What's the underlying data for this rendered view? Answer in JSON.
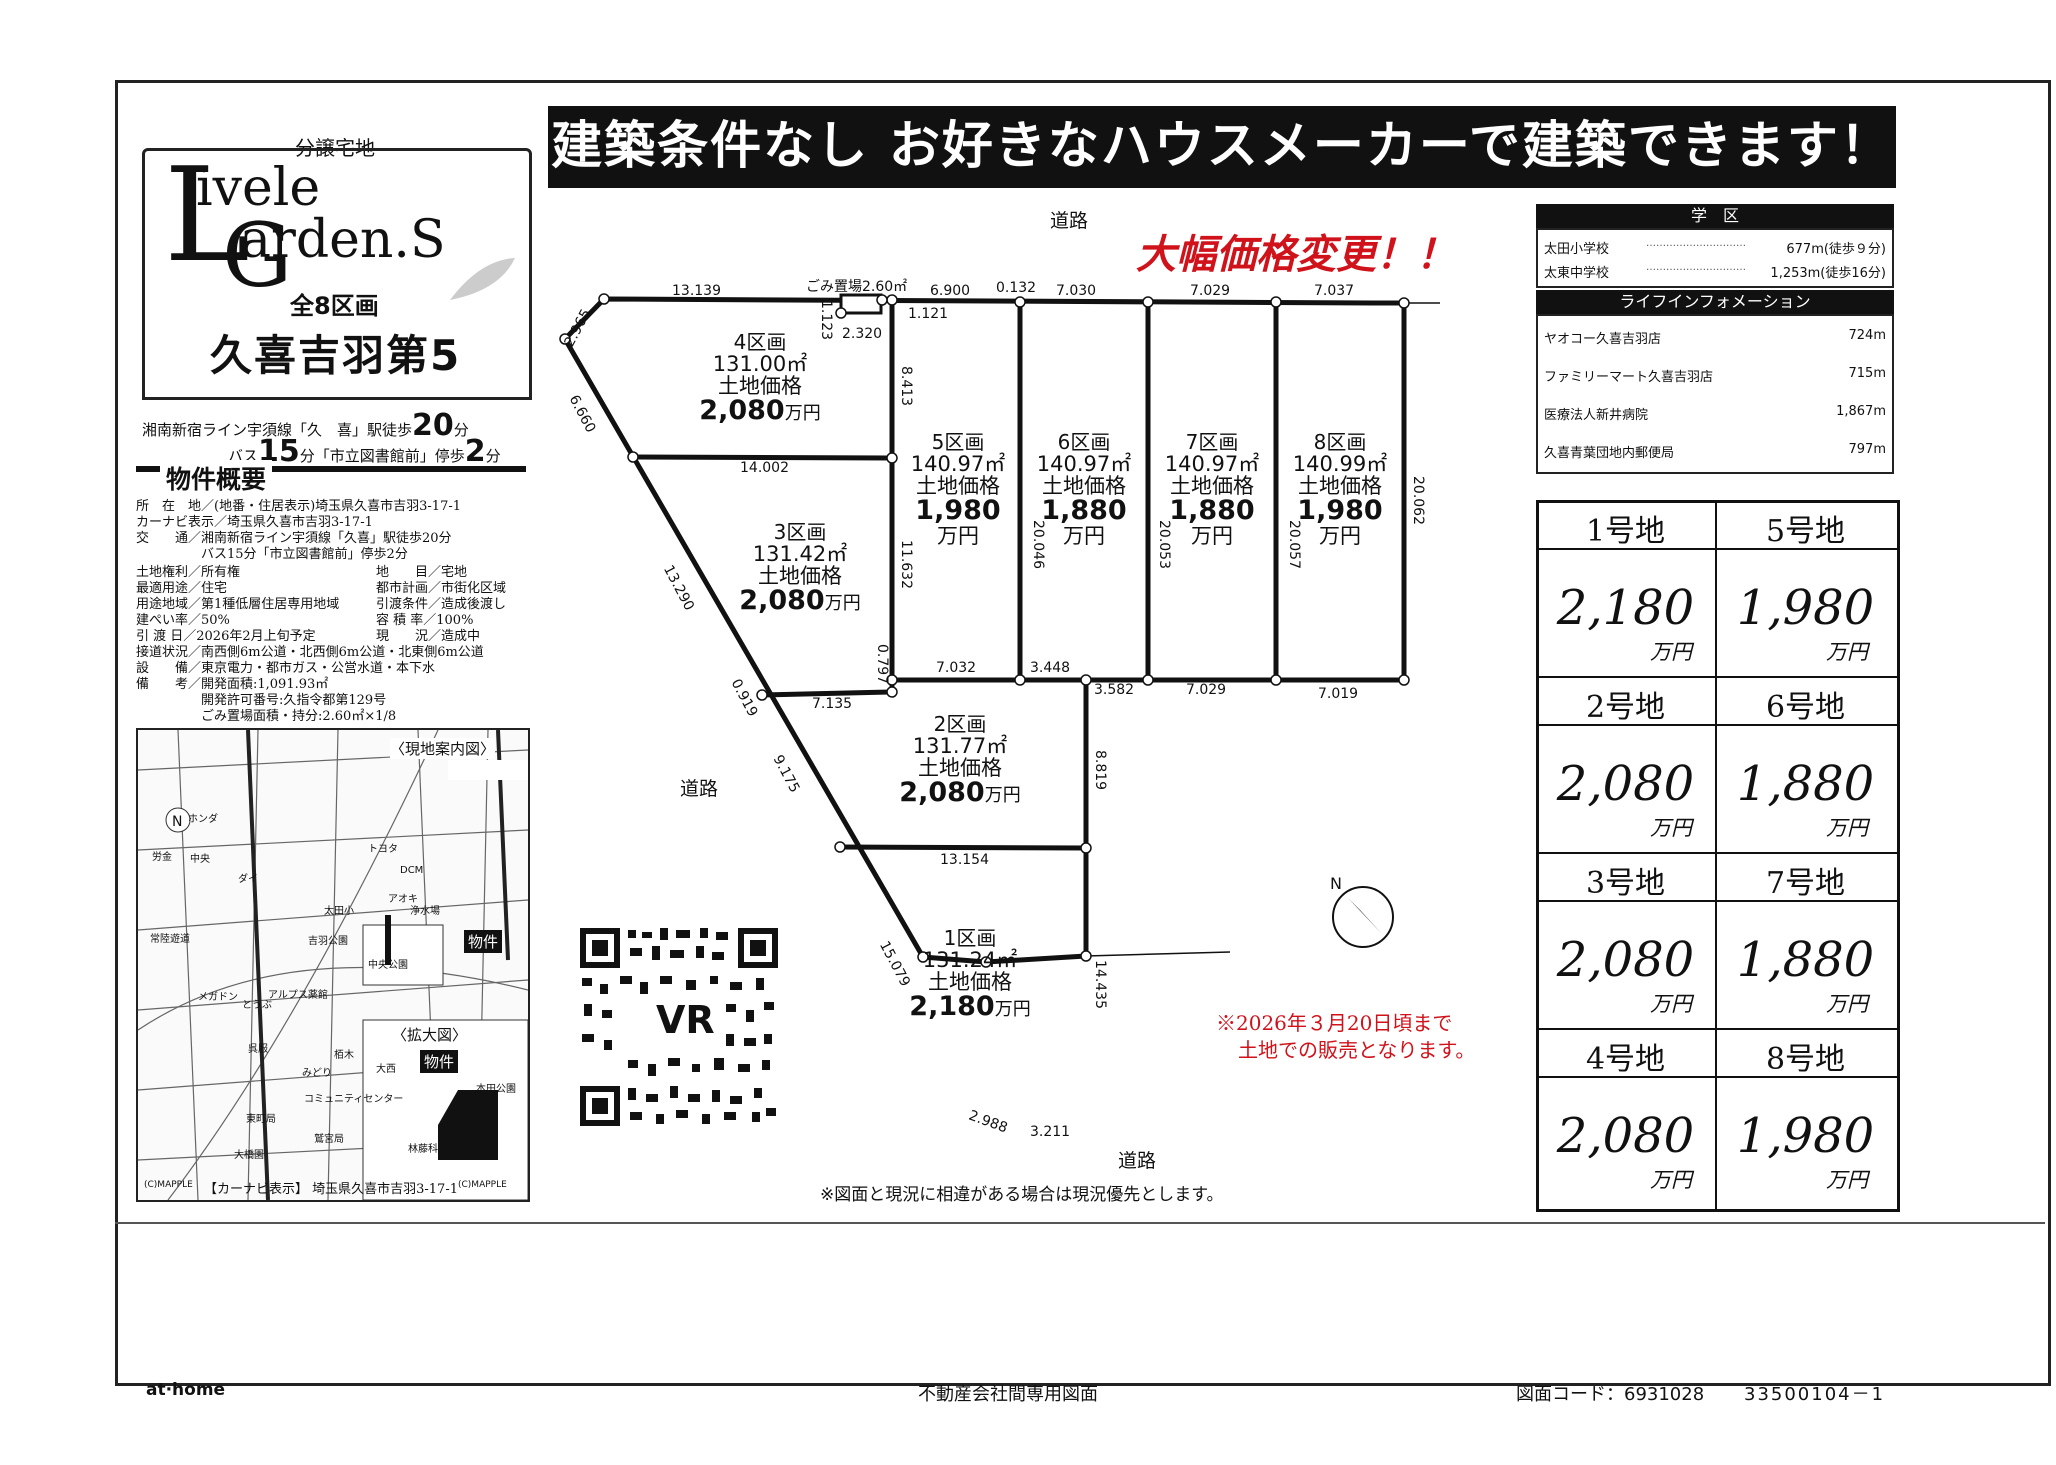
{
  "logo": {
    "label": "分譲宅地",
    "line1": "ivele",
    "line2": "arden.S",
    "big_l": "L",
    "big_g": "G",
    "count": "全8区画",
    "name": "久喜吉羽第5"
  },
  "access": {
    "line1_prefix": "湘南新宿ライン宇須線「久　喜」駅徒歩",
    "line1_num": "20",
    "line1_unit": "分",
    "line2_a": "バス",
    "line2_num1": "15",
    "line2_b": "分「市立図書館前」停歩",
    "line2_num2": "2",
    "line2_c": "分"
  },
  "overview": {
    "title": "物件概要",
    "rows": [
      "所　在　地／(地番・住居表示)埼玉県久喜市吉羽3-17-1",
      "カーナビ表示／埼玉県久喜市吉羽3-17-1",
      "交　　通／湘南新宿ライン宇須線「久喜」駅徒歩20分",
      "　　　　　バス15分「市立図書館前」停歩2分",
      "土地権利／所有権",
      "最適用途／住宅",
      "用途地域／第1種低層住居専用地域",
      "建ぺい率／50%",
      "引 渡 日／2026年2月上旬予定",
      "接道状況／南西側6m公道・北西側6m公道・北東側6m公道",
      "設　　備／東京電力・都市ガス・公営水道・本下水",
      "備　　考／開発面積:1,091.93㎡",
      "　　　　　開発許可番号:久指令都第129号",
      "　　　　　ごみ置場面積・持分:2.60㎡×1/8"
    ],
    "rows_right": [
      "地　　目／宅地",
      "都市計画／市街化区域",
      "引渡条件／造成後渡し",
      "容 積 率／100%",
      "現　　況／造成中"
    ]
  },
  "map": {
    "title_main": "〈現地案内図〉",
    "title_zoom": "〈拡大図〉",
    "property_label": "物件",
    "caption": "【カーナビ表示】 埼玉県久喜市吉羽3-17-1",
    "copyright": "(C)MAPPLE",
    "places": [
      "ホンダ",
      "中央",
      "労金",
      "常陸遊道",
      "ダイ",
      "アルプス薬館",
      "とうぶ",
      "呉服",
      "東町局",
      "大橋園",
      "中央公園",
      "吉羽公園",
      "太田小",
      "アオキ",
      "浄水場",
      "トヨタ",
      "DCM",
      "大西",
      "本田公園",
      "林藤科",
      "栢木",
      "みどり",
      "コミュニティセンター",
      "メガドン",
      "鷲宮局"
    ]
  },
  "banner": "建築条件なし お好きなハウスメーカーで建築できます！",
  "price_change": "大幅価格変更！！",
  "garbage": "ごみ置場2.60㎡",
  "roads": [
    "道路",
    "道路",
    "道路"
  ],
  "lots": [
    {
      "name": "4区画",
      "area": "131.00㎡",
      "label": "土地価格",
      "price": "2,080",
      "unit": "万円"
    },
    {
      "name": "3区画",
      "area": "131.42㎡",
      "label": "土地価格",
      "price": "2,080",
      "unit": "万円"
    },
    {
      "name": "2区画",
      "area": "131.77㎡",
      "label": "土地価格",
      "price": "2,080",
      "unit": "万円"
    },
    {
      "name": "1区画",
      "area": "131.24㎡",
      "label": "土地価格",
      "price": "2,180",
      "unit": "万円"
    },
    {
      "name": "5区画",
      "area": "140.97㎡",
      "label": "土地価格",
      "price": "1,980",
      "unit": "万円"
    },
    {
      "name": "6区画",
      "area": "140.97㎡",
      "label": "土地価格",
      "price": "1,880",
      "unit": "万円"
    },
    {
      "name": "7区画",
      "area": "140.97㎡",
      "label": "土地価格",
      "price": "1,880",
      "unit": "万円"
    },
    {
      "name": "8区画",
      "area": "140.99㎡",
      "label": "土地価格",
      "price": "1,980",
      "unit": "万円"
    }
  ],
  "dims": {
    "top": [
      "13.139",
      "6.900",
      "0.132",
      "7.030",
      "7.029",
      "7.037"
    ],
    "garbage": [
      "1.123",
      "2.320",
      "1.121"
    ],
    "left": [
      "2.965",
      "6.660",
      "13.290",
      "0.919",
      "9.175",
      "15.079"
    ],
    "mid": [
      "14.002",
      "8.413",
      "11.632",
      "0.797",
      "7.135",
      "7.032",
      "3.448",
      "3.582",
      "7.029",
      "7.019",
      "8.819",
      "13.154",
      "14.435",
      "20.046",
      "20.053",
      "20.057",
      "20.062"
    ],
    "bottom": [
      "2.988",
      "3.211"
    ]
  },
  "compass": "N",
  "qr_label": "VR",
  "sale_notice": [
    "※2026年３月20日頃まで",
    "土地での販売となります。"
  ],
  "note": "※図面と現況に相違がある場合は現況優先とします。",
  "school": {
    "title": "学　区",
    "rows": [
      {
        "name": "太田小学校",
        "value": "677m(徒歩９分)"
      },
      {
        "name": "太東中学校",
        "value": "1,253m(徒歩16分)"
      }
    ]
  },
  "lifeinfo": {
    "title": "ライフインフォメーション",
    "rows": [
      {
        "name": "ヤオコー久喜吉羽店",
        "value": "724m"
      },
      {
        "name": "ファミリーマート久喜吉羽店",
        "value": "715m"
      },
      {
        "name": "医療法人新井病院",
        "value": "1,867m"
      },
      {
        "name": "久喜青葉団地内郵便局",
        "value": "797m"
      }
    ]
  },
  "price_table": [
    {
      "lot": "1号地",
      "price": "2,180",
      "unit": "万円"
    },
    {
      "lot": "5号地",
      "price": "1,980",
      "unit": "万円"
    },
    {
      "lot": "2号地",
      "price": "2,080",
      "unit": "万円"
    },
    {
      "lot": "6号地",
      "price": "1,880",
      "unit": "万円"
    },
    {
      "lot": "3号地",
      "price": "2,080",
      "unit": "万円"
    },
    {
      "lot": "7号地",
      "price": "1,880",
      "unit": "万円"
    },
    {
      "lot": "4号地",
      "price": "2,080",
      "unit": "万円"
    },
    {
      "lot": "8号地",
      "price": "1,980",
      "unit": "万円"
    }
  ],
  "footer": {
    "brand": "at·home",
    "center": "不動産会社間専用図面",
    "code_label": "図面コード：6931028",
    "code_number": "33500104－1"
  }
}
